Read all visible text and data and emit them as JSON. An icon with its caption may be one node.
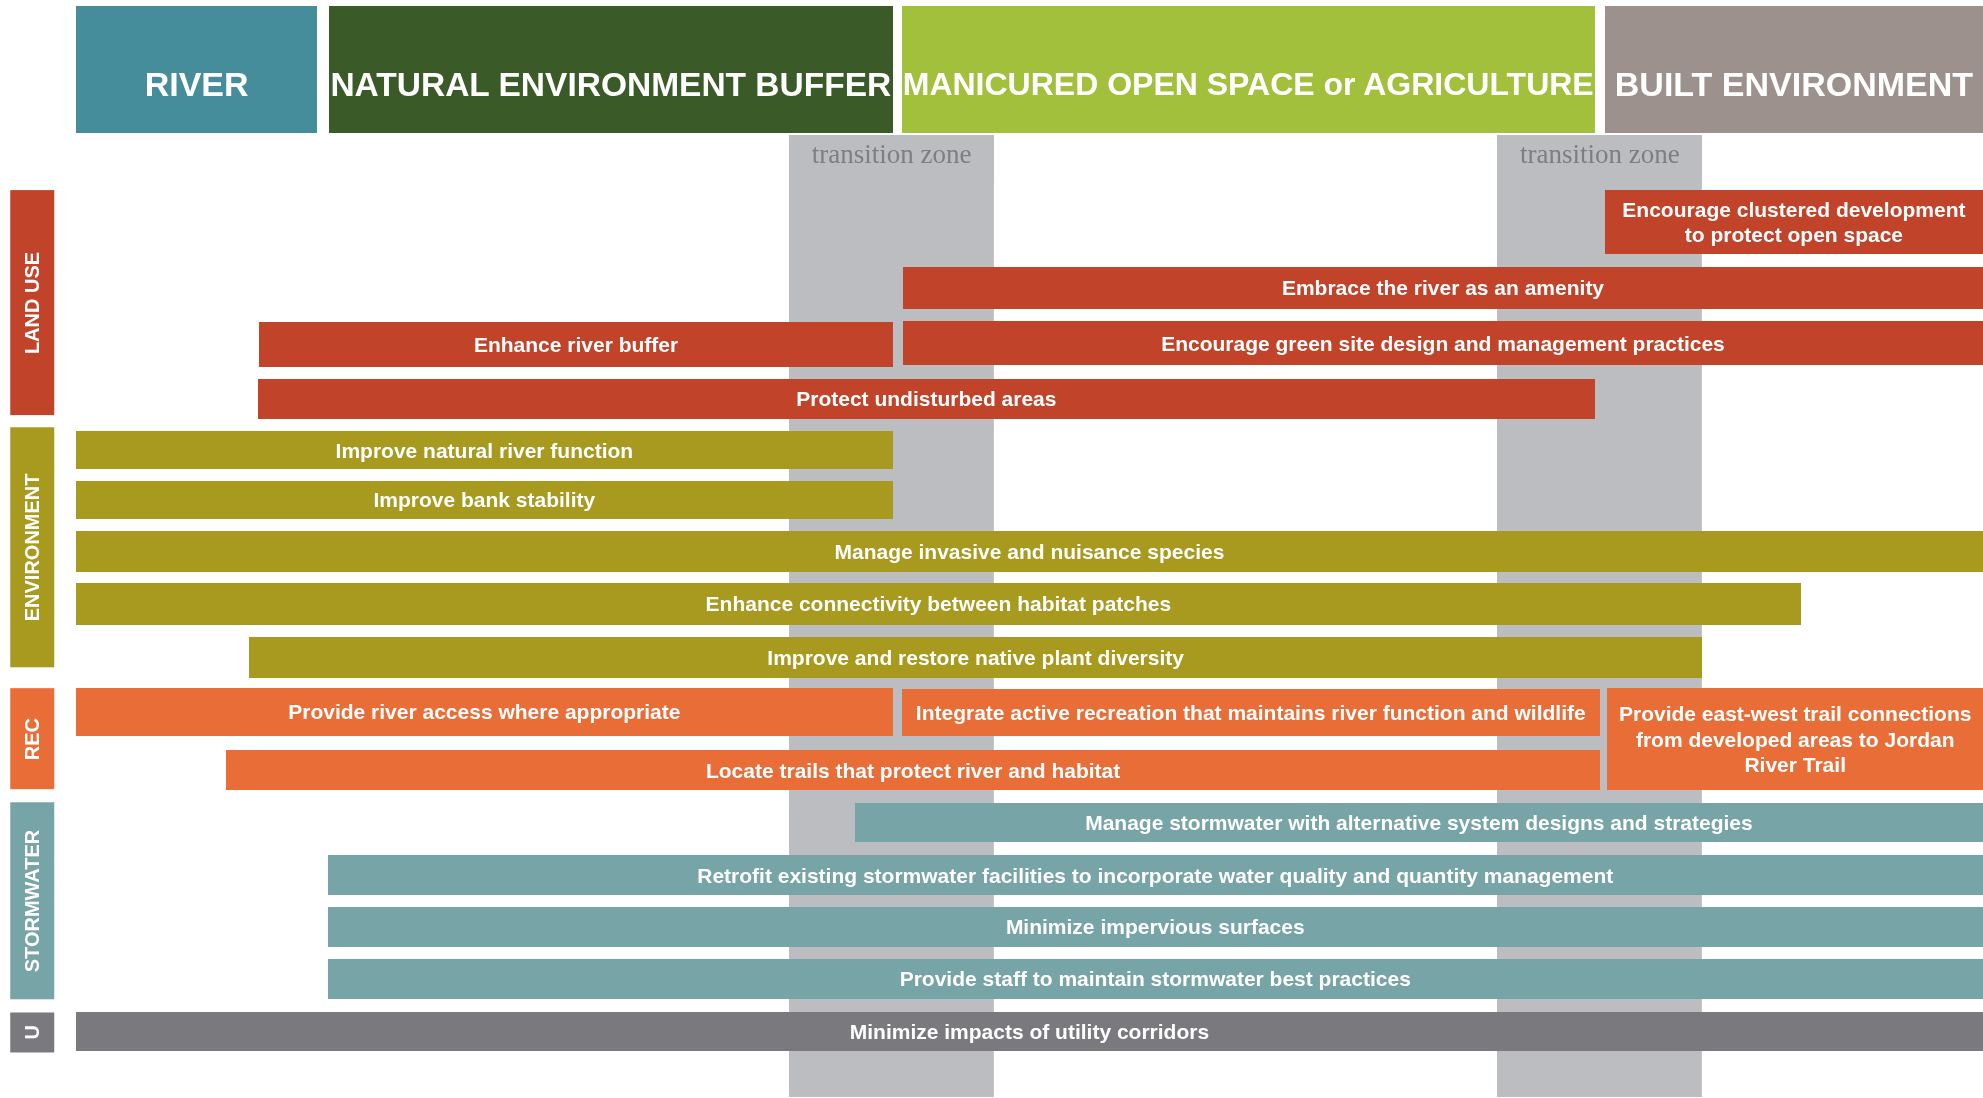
{
  "diagram": {
    "nodes": [
      {
        "text": [
          "RIVER"
        ]
      },
      {
        "text": [
          "NATURAL ENVIRONMENT BUFFER"
        ]
      },
      {
        "text": [
          "MANICURED OPEN SPACE or AGRICULTURE"
        ]
      },
      {
        "text": [
          "BUILT ENVIRONMENT"
        ]
      },
      {
        "text": [
          "transition zone"
        ]
      },
      {
        "text": [
          "transition zone"
        ]
      },
      {
        "text": [
          "LAND USE"
        ]
      },
      {
        "text": [
          "Encourage clustered development to protect open space"
        ]
      },
      {
        "text": [
          "Embrace the river as an amenity"
        ]
      },
      {
        "text": [
          "Enhance river buffer"
        ]
      },
      {
        "text": [
          "Encourage green site design and management practices"
        ]
      },
      {
        "text": [
          "Protect undisturbed areas"
        ]
      },
      {
        "text": [
          "ENVIRONMENT"
        ]
      },
      {
        "text": [
          "Improve natural river function"
        ]
      },
      {
        "text": [
          "Improve bank stability"
        ]
      },
      {
        "text": [
          "Manage invasive and nuisance species"
        ]
      },
      {
        "text": [
          "Enhance connectivity between habitat patches"
        ]
      },
      {
        "text": [
          "Improve and restore native plant diversity"
        ]
      },
      {
        "text": [
          "REC"
        ]
      },
      {
        "text": [
          "Provide river access where appropriate"
        ]
      },
      {
        "text": [
          "Integrate active recreation that maintains river function and wildlife"
        ]
      },
      {
        "text": [
          "Provide east-west trail connections from developed areas to Jordan River Trail"
        ]
      },
      {
        "text": [
          "Locate trails that protect river and habitat"
        ]
      },
      {
        "text": [
          "STORMWATER"
        ]
      },
      {
        "text": [
          "Manage stormwater with alternative system designs and strategies"
        ]
      },
      {
        "text": [
          "Retrofit existing stormwater facilities to incorporate water quality and quantity management"
        ]
      },
      {
        "text": [
          "Minimize impervious surfaces"
        ]
      },
      {
        "text": [
          "Provide staff to maintain stormwater best practices"
        ]
      },
      {
        "text": [
          "U"
        ]
      },
      {
        "text": [
          "Minimize impacts of utility corridors"
        ]
      }
    ]
  }
}
